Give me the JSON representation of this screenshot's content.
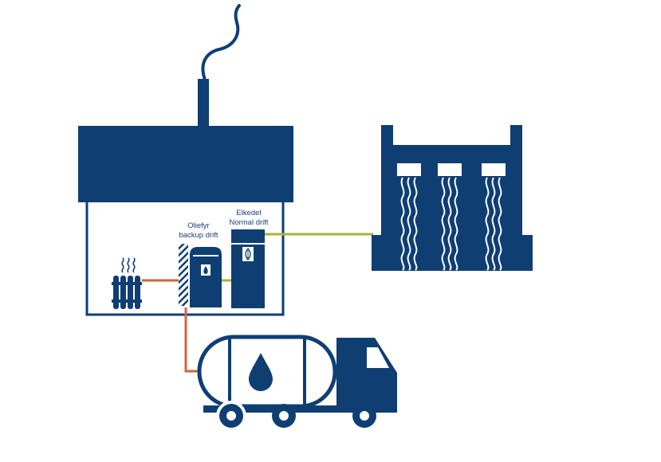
{
  "labels": {
    "oil_boiler_line1": "Oliefyr",
    "oil_boiler_line2": "backup drift",
    "electric_boiler_line1": "Elkedel",
    "electric_boiler_line2": "Normal drift"
  },
  "colors": {
    "primary": "#0f3e73",
    "green_line": "#a9b23a",
    "orange_line": "#d0653e",
    "background": "#ffffff"
  },
  "icons": [
    "chimney-smoke",
    "house",
    "radiator-icon",
    "oil-boiler-icon",
    "electric-boiler-icon",
    "leaf-icon",
    "power-plant-icon",
    "oil-tanker-truck-icon",
    "oil-drop-icon"
  ]
}
